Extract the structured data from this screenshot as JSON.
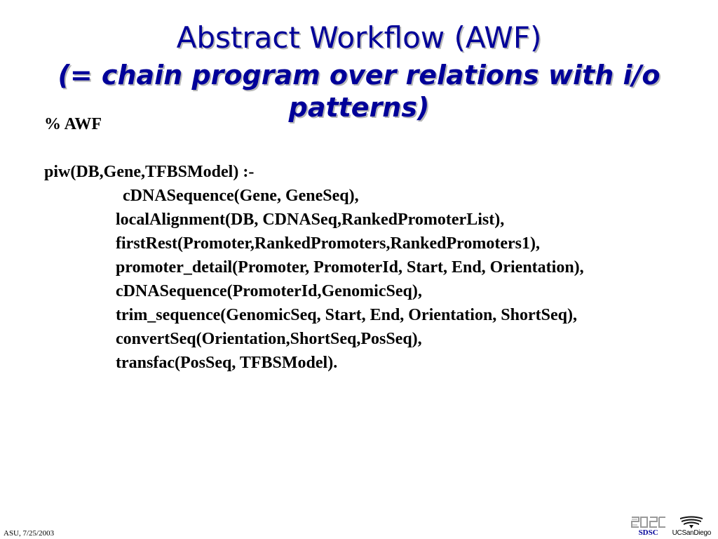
{
  "slide": {
    "title": "Abstract Workflow (AWF)",
    "subtitle": "(= chain program over relations with i/o patterns)"
  },
  "code": {
    "comment": "% AWF",
    "head": "piw(DB,Gene,TFBSModel) :-",
    "first_goal": "cDNASequence(Gene, GeneSeq),",
    "goals": [
      "localAlignment(DB, CDNASeq,RankedPromoterList),",
      "firstRest(Promoter,RankedPromoters,RankedPromoters1),",
      "promoter_detail(Promoter, PromoterId, Start, End, Orientation),",
      "cDNASequence(PromoterId,GenomicSeq),",
      "trim_sequence(GenomicSeq, Start, End, Orientation, ShortSeq),",
      "convertSeq(Orientation,ShortSeq,PosSeq),",
      "transfac(PosSeq, TFBSModel)."
    ]
  },
  "footer": {
    "date": "ASU, 7/25/2003",
    "sdsc_logo_text": "SDSC",
    "ucsd_logo_text": "UCSanDiego"
  },
  "colors": {
    "title": "#000099",
    "text": "#000000",
    "logo_blue": "#000099"
  }
}
